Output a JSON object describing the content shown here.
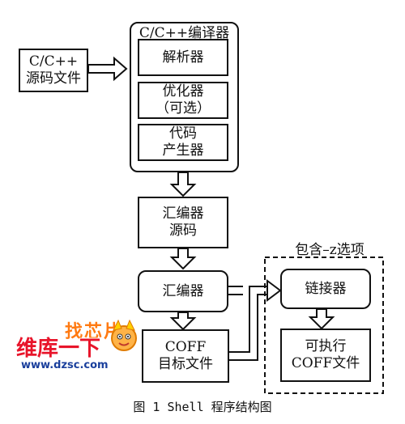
{
  "source": {
    "line1": "C/C++",
    "line2": "源码文件"
  },
  "compiler": {
    "title": "C/C++编译器",
    "parser": "解析器",
    "optimizer_line1": "优化器",
    "optimizer_line2": "（可选）",
    "codegen_line1": "代码",
    "codegen_line2": "产生器"
  },
  "asm_source": {
    "line1": "汇编器",
    "line2": "源码"
  },
  "assembler": "汇编器",
  "coff_object": {
    "line1": "COFF",
    "line2": "目标文件"
  },
  "option_group": {
    "label": "包含–z选项",
    "linker": "链接器",
    "exec_line1": "可执行",
    "exec_line2": "COFF文件"
  },
  "watermark": {
    "top": "找芯片",
    "main": "维库一下",
    "url": "www.dzsc.com"
  },
  "caption": "图 1 Shell 程序结构图"
}
